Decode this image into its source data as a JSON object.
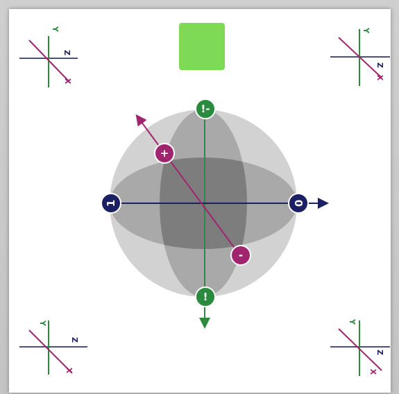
{
  "colors": {
    "x_axis": "#a0256e",
    "y_axis": "#2a8a3e",
    "z_axis": "#1b1f63",
    "sphere_outer": "#d2d2d2",
    "sphere_mid": "#a9a9a9",
    "sphere_core": "#7d7d7d",
    "indicator": "#7ed957",
    "gizmo_h": "#4a4f82"
  },
  "indicator": {
    "shape": "rounded-square",
    "color": "#7ed957"
  },
  "sphere": {
    "markers": [
      {
        "id": "plus",
        "label": "+",
        "axis": "x",
        "icon": "plus-marker"
      },
      {
        "id": "minus",
        "label": "-",
        "axis": "x",
        "icon": "minus-marker"
      },
      {
        "id": "one",
        "label": "1",
        "axis": "z",
        "icon": "one-marker"
      },
      {
        "id": "zero",
        "label": "0",
        "axis": "z",
        "icon": "zero-marker"
      },
      {
        "id": "minus-i",
        "label": "!-",
        "axis": "y",
        "icon": "minus-i-marker"
      },
      {
        "id": "i",
        "label": "!",
        "axis": "y",
        "icon": "i-marker"
      }
    ]
  },
  "gizmos": [
    {
      "id": "top-left",
      "labels": {
        "y": "Y",
        "z": "Z",
        "x": "X"
      }
    },
    {
      "id": "top-right",
      "labels": {
        "y": "Y",
        "z": "Z",
        "x": "X"
      }
    },
    {
      "id": "bottom-left",
      "labels": {
        "y": "Y",
        "z": "Z",
        "x": "X"
      }
    },
    {
      "id": "bottom-right",
      "labels": {
        "y": "Y",
        "z": "Z",
        "x": "X"
      }
    }
  ]
}
